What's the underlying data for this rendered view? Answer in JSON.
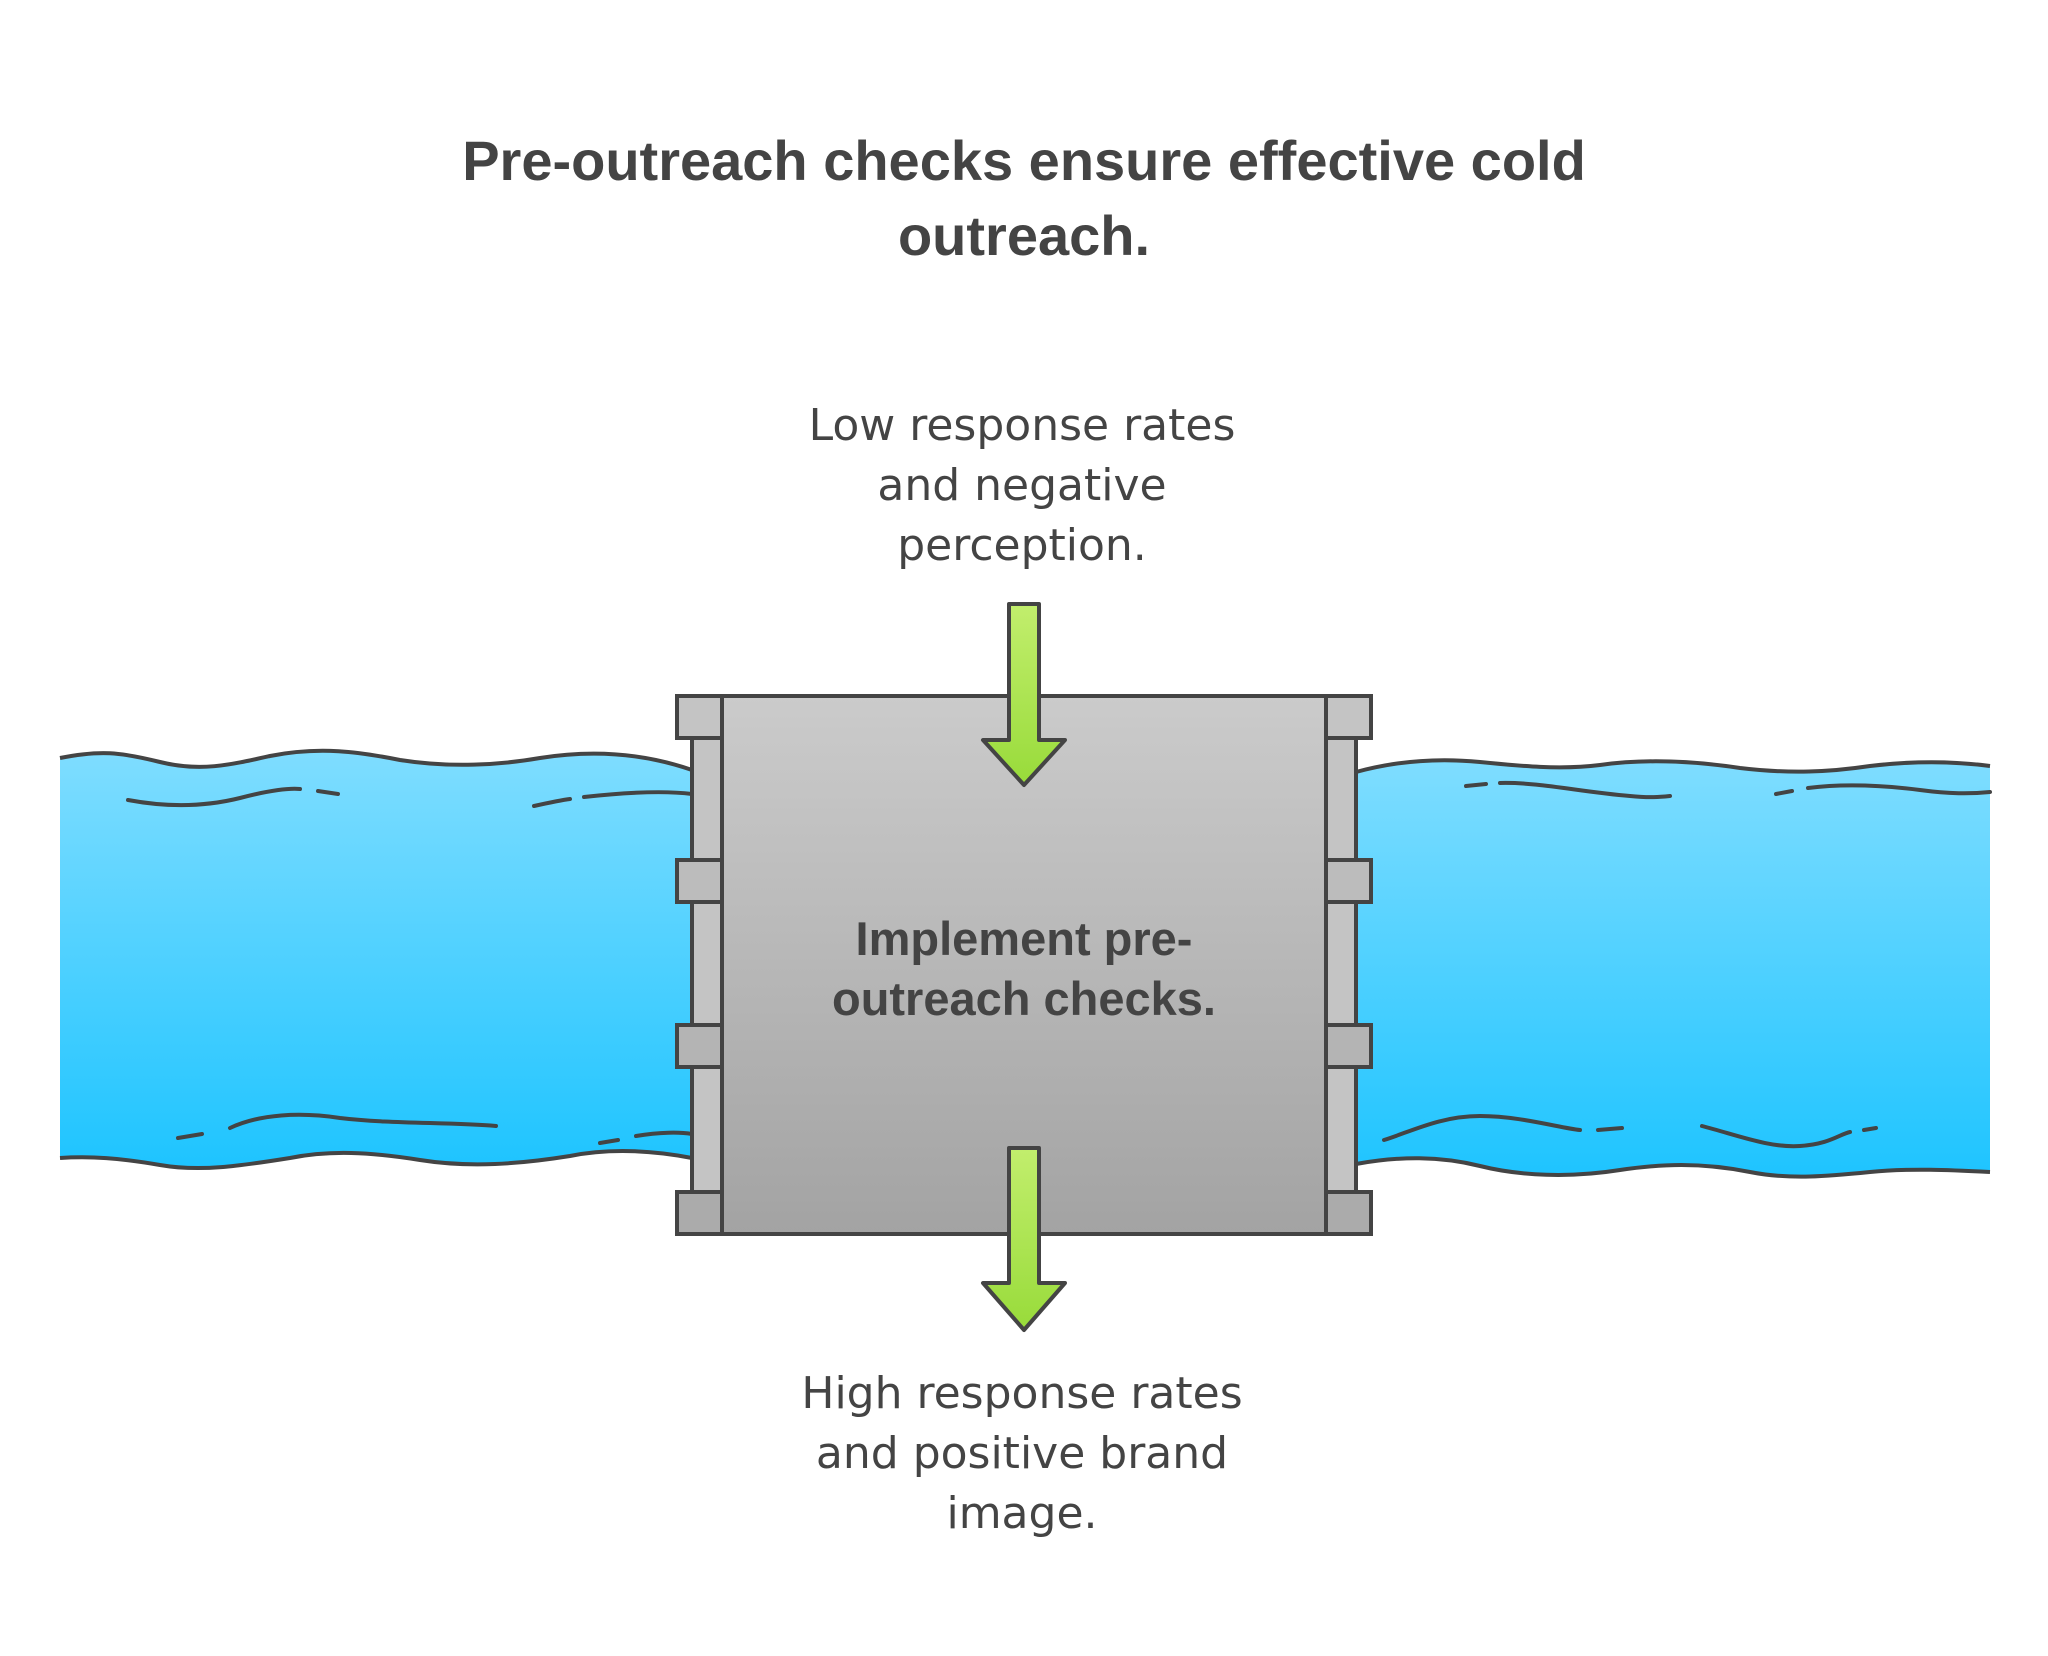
{
  "title": {
    "lines": [
      "Pre-outreach checks ensure effective cold",
      "outreach."
    ]
  },
  "input_label": {
    "lines": [
      "Low response rates",
      "and negative",
      "perception."
    ]
  },
  "gate_label": {
    "lines": [
      "Implement pre-",
      "outreach checks."
    ]
  },
  "output_label": {
    "lines": [
      "High response rates",
      "and positive brand",
      "image."
    ]
  },
  "colors": {
    "text": "#444444",
    "outline": "#444444",
    "water_top": "#7fddff",
    "water_bottom": "#1ec4ff",
    "gate_top": "#cbcbcb",
    "gate_bottom": "#a3a3a3",
    "arrow_fill": "#a6e34a"
  }
}
